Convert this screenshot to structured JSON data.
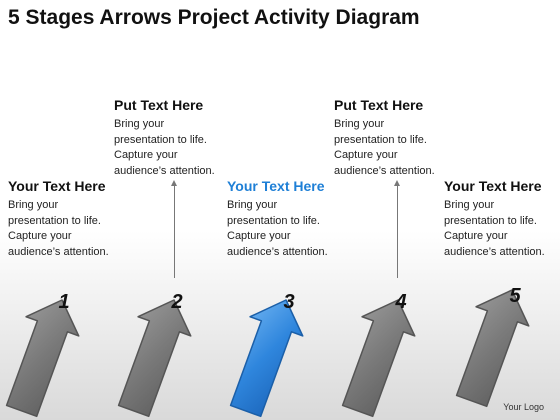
{
  "title": "5 Stages Arrows Project Activity Diagram",
  "stages": [
    {
      "number": "1",
      "heading": "Your Text Here",
      "line1": "Bring your",
      "line2": "presentation to life.",
      "line3": "Capture your",
      "line4": "audience’s attention.",
      "color": "#7d7d7d"
    },
    {
      "number": "2",
      "heading": "Put Text Here",
      "line1": "Bring your",
      "line2": "presentation to life.",
      "line3": "Capture your",
      "line4": "audience’s attention.",
      "color": "#7d7d7d"
    },
    {
      "number": "3",
      "heading": "Your Text Here",
      "line1": "Bring your",
      "line2": "presentation to life.",
      "line3": "Capture your",
      "line4": "audience’s attention.",
      "color": "#2f86dd"
    },
    {
      "number": "4",
      "heading": "Put Text Here",
      "line1": "Bring your",
      "line2": "presentation to life.",
      "line3": "Capture your",
      "line4": "audience’s attention.",
      "color": "#7d7d7d"
    },
    {
      "number": "5",
      "heading": "Your Text Here",
      "line1": "Bring your",
      "line2": "presentation to life.",
      "line3": "Capture your",
      "line4": "audience’s attention.",
      "color": "#7d7d7d"
    }
  ],
  "accent_color": "#1e7fd6",
  "logo_text": "Your Logo"
}
